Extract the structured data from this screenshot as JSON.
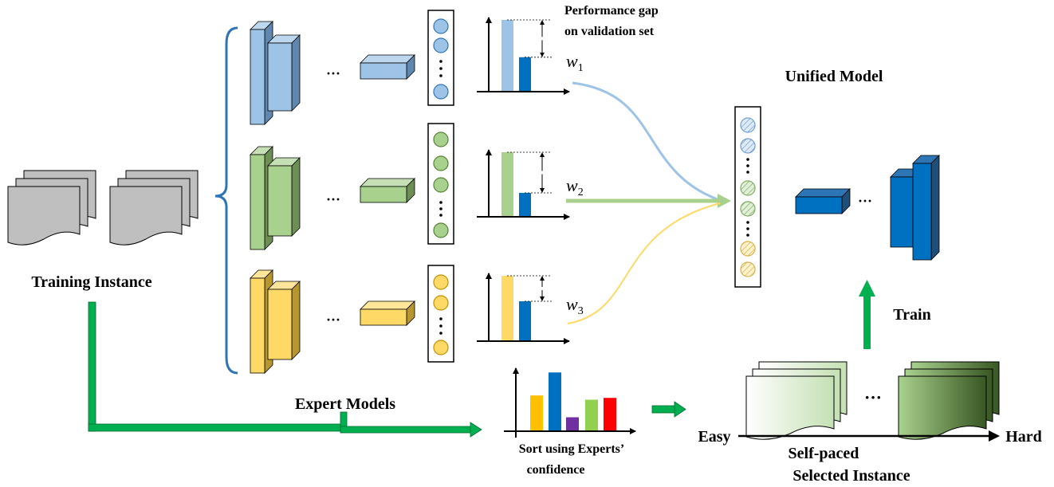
{
  "labels": {
    "training_instance": "Training Instance",
    "expert_models": "Expert Models",
    "performance_gap_line1": "Performance gap",
    "performance_gap_line2": "on validation set",
    "unified_model": "Unified Model",
    "train": "Train",
    "sort_line1": "Sort using Experts’",
    "sort_line2": "confidence",
    "easy": "Easy",
    "hard": "Hard",
    "self_paced_line1": "Self-paced",
    "self_paced_line2": "Selected Instance",
    "ellipsis": "···"
  },
  "weights": [
    {
      "symbol": "w",
      "subscript": "1"
    },
    {
      "symbol": "w",
      "subscript": "2"
    },
    {
      "symbol": "w",
      "subscript": "3"
    }
  ],
  "colors": {
    "blue_light": "#9dc3e6",
    "green_light": "#a9d18e",
    "yellow": "#ffd966",
    "blue_dark": "#0070c0",
    "flow_green": "#00b050",
    "purple": "#7030a0",
    "red": "#ff0000",
    "orange": "#ffc000",
    "bright_green": "#92d050",
    "gray": "#bfbfbf"
  },
  "chart_data": [
    {
      "type": "bar",
      "title": "",
      "series": [
        {
          "values": [
            1.0
          ]
        },
        {
          "values": [
            0.48
          ]
        }
      ],
      "categories": [
        "",
        ""
      ],
      "colors": [
        "#9dc3e6",
        "#0070c0"
      ]
    },
    {
      "type": "bar",
      "title": "",
      "series": [
        {
          "values": [
            1.0
          ]
        },
        {
          "values": [
            0.37
          ]
        }
      ],
      "categories": [
        "",
        ""
      ],
      "colors": [
        "#a9d18e",
        "#0070c0"
      ]
    },
    {
      "type": "bar",
      "title": "",
      "series": [
        {
          "values": [
            1.0
          ]
        },
        {
          "values": [
            0.61
          ]
        }
      ],
      "categories": [
        "",
        ""
      ],
      "colors": [
        "#ffd966",
        "#0070c0"
      ]
    },
    {
      "type": "bar",
      "title": "",
      "categories": [
        "",
        "",
        "",
        "",
        ""
      ],
      "values": [
        0.59,
        0.97,
        0.23,
        0.52,
        0.55
      ],
      "colors": [
        "#ffc000",
        "#0070c0",
        "#7030a0",
        "#92d050",
        "#ff0000"
      ]
    }
  ]
}
